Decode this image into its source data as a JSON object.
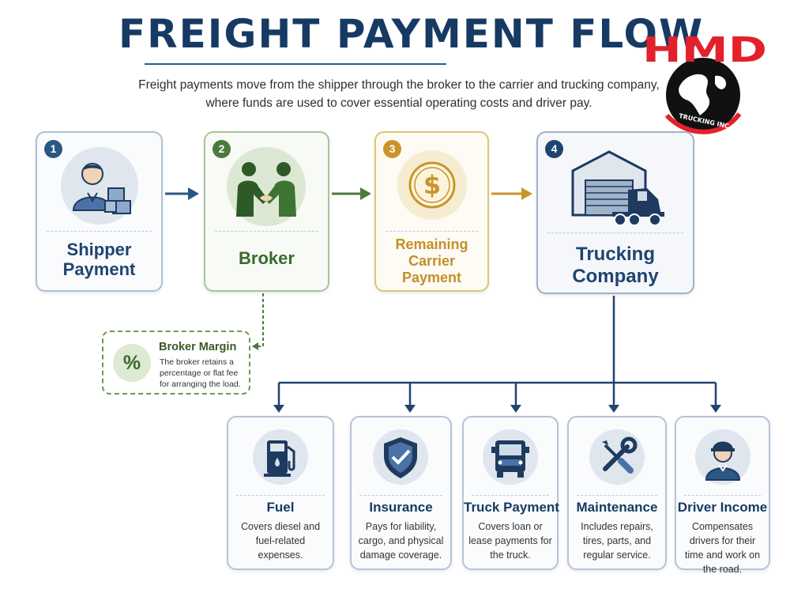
{
  "header": {
    "title": "FREIGHT PAYMENT FLOW",
    "subtitle_line1": "Freight payments move from the shipper through the broker to the carrier and trucking company,",
    "subtitle_line2": "where funds are used to cover essential operating costs and driver pay."
  },
  "logo": {
    "text": "HMD",
    "subtext": "TRUCKING INC.",
    "color": "#e3212b"
  },
  "steps": [
    {
      "number": "1",
      "label_line1": "Shipper",
      "label_line2": "Payment",
      "icon": "shipper-person-icon",
      "color": "#2b5785"
    },
    {
      "number": "2",
      "label_line1": "Broker",
      "icon": "handshake-icon",
      "color": "#4a7a3c"
    },
    {
      "number": "3",
      "label_line1": "Remaining",
      "label_line2": "Carrier",
      "label_line3": "Payment",
      "icon": "dollar-coin-icon",
      "color": "#c9952a"
    },
    {
      "number": "4",
      "label_line1": "Trucking",
      "label_line2": "Company",
      "icon": "warehouse-truck-icon",
      "color": "#1f4470"
    }
  ],
  "broker_margin": {
    "icon_text": "%",
    "title": "Broker Margin",
    "description": "The broker retains a percentage or flat fee for arranging the load."
  },
  "expenses": [
    {
      "title": "Fuel",
      "description": "Covers diesel and fuel-related expenses.",
      "icon": "fuel-pump-icon"
    },
    {
      "title": "Insurance",
      "description": "Pays for liability, cargo, and physical damage coverage.",
      "icon": "shield-check-icon"
    },
    {
      "title": "Truck Payment",
      "description": "Covers loan or lease payments for the truck.",
      "icon": "truck-front-icon"
    },
    {
      "title": "Maintenance",
      "description": "Includes repairs, tires, parts, and regular service.",
      "icon": "wrench-screwdriver-icon"
    },
    {
      "title": "Driver Income",
      "description": "Compensates drivers for their time and work on the road.",
      "icon": "driver-icon"
    }
  ],
  "colors": {
    "navy": "#163a63",
    "blue": "#2b5785",
    "green": "#4a7a3c",
    "gold": "#c9952a",
    "logo_red": "#e3212b"
  }
}
